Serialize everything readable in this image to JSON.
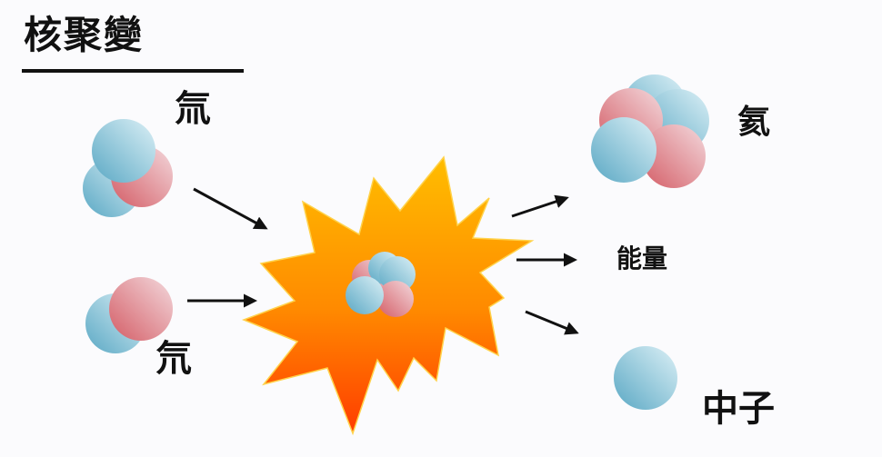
{
  "title": "核聚變",
  "colors": {
    "background": "#fbfbfd",
    "proton": "#d9727a",
    "proton_light": "#f0d4d8",
    "neutron": "#6fb3cc",
    "neutron_light": "#d4ebf2",
    "burst_top": "#ffb800",
    "burst_bottom": "#ff4a00",
    "arrow": "#111111",
    "text": "#111111"
  },
  "reactants": [
    {
      "id": "deuterium",
      "label": "氘",
      "particles": [
        "neutron",
        "proton"
      ]
    },
    {
      "id": "tritium",
      "label": "氚",
      "particles": [
        "neutron",
        "neutron",
        "proton"
      ]
    }
  ],
  "reaction": {
    "name": "fusion-burst",
    "nucleus_particles": [
      "proton",
      "neutron",
      "neutron",
      "proton",
      "neutron"
    ]
  },
  "products": [
    {
      "id": "helium",
      "label": "氦",
      "particles": [
        "neutron",
        "proton",
        "neutron",
        "proton"
      ]
    },
    {
      "id": "energy",
      "label": "能量"
    },
    {
      "id": "neutron",
      "label": "中子",
      "particles": [
        "neutron"
      ]
    }
  ],
  "arrows": [
    {
      "from": "tritium",
      "to": "fusion-burst"
    },
    {
      "from": "deuterium",
      "to": "fusion-burst"
    },
    {
      "from": "fusion-burst",
      "to": "helium"
    },
    {
      "from": "fusion-burst",
      "to": "energy"
    },
    {
      "from": "fusion-burst",
      "to": "neutron"
    }
  ]
}
